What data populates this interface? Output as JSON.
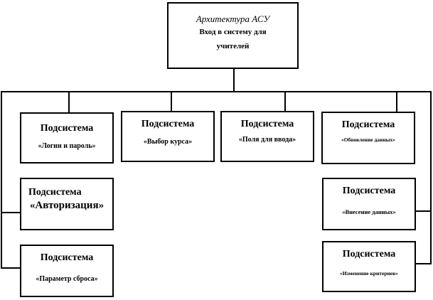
{
  "root": {
    "title": "Архитектура АСУ",
    "line1": "Вход в систему для",
    "line2": "учителей"
  },
  "nodes": {
    "login": {
      "heading": "Подсистема",
      "label": "«Логин и пароль»"
    },
    "course": {
      "heading": "Подсистема",
      "label": "«Выбор курса»"
    },
    "fields": {
      "heading": "Подсистема",
      "label": "«Поля для ввода»"
    },
    "update": {
      "heading": "Подсистема",
      "label": "«Обновление данных»"
    },
    "auth": {
      "heading": "Подсистема",
      "label": "«Авторизация»"
    },
    "reset": {
      "heading": "Подсистема",
      "label": "«Параметр сброса»"
    },
    "entry": {
      "heading": "Подсистема",
      "label": "«Внесение  данных»"
    },
    "criteria": {
      "heading": "Подсистема",
      "label": "«Изменение критериев»"
    }
  }
}
